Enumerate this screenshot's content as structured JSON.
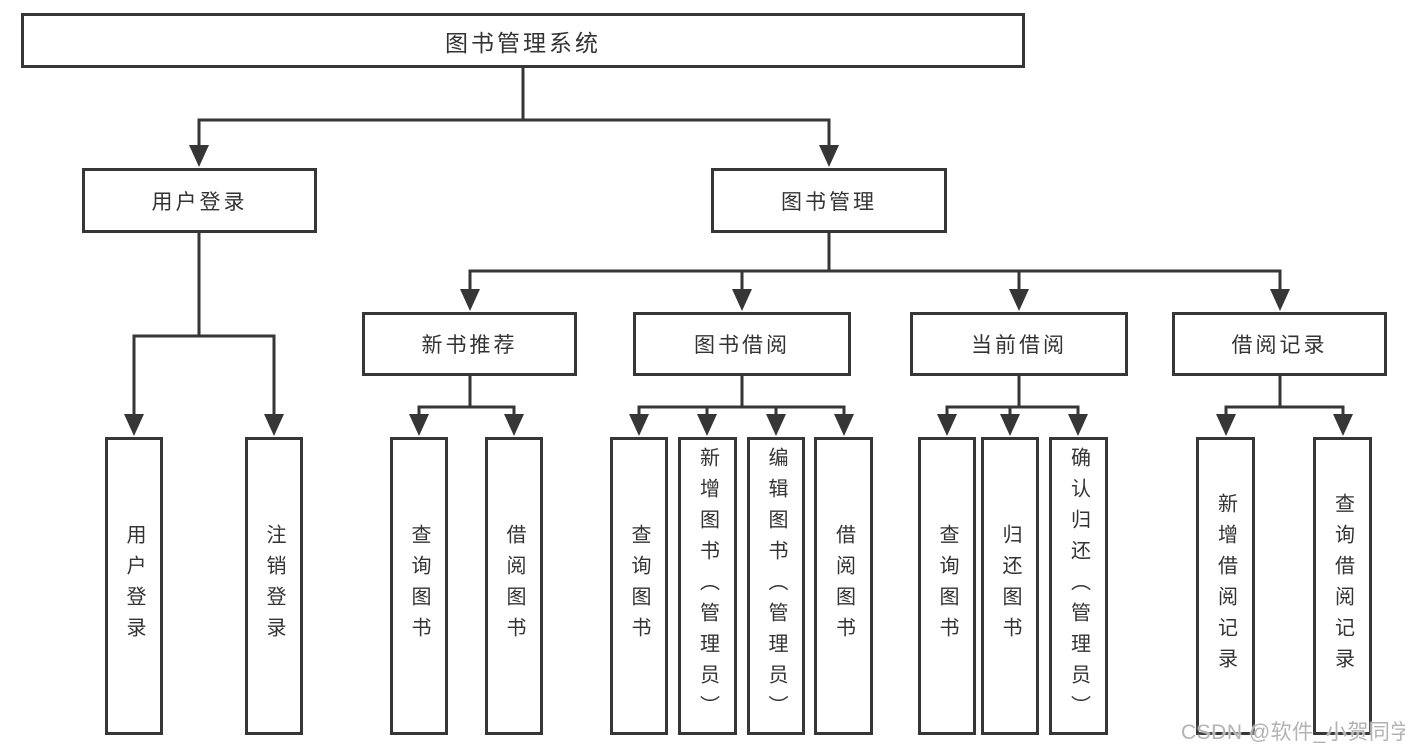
{
  "tree": {
    "label": "图书管理系统",
    "children": [
      {
        "label": "用户登录",
        "children": [
          {
            "label": "用户登录"
          },
          {
            "label": "注销登录"
          }
        ]
      },
      {
        "label": "图书管理",
        "children": [
          {
            "label": "新书推荐",
            "children": [
              {
                "label": "查询图书"
              },
              {
                "label": "借阅图书"
              }
            ]
          },
          {
            "label": "图书借阅",
            "children": [
              {
                "label": "查询图书"
              },
              {
                "label": "新增图书（管理员）"
              },
              {
                "label": "编辑图书（管理员）"
              },
              {
                "label": "借阅图书"
              }
            ]
          },
          {
            "label": "当前借阅",
            "children": [
              {
                "label": "查询图书"
              },
              {
                "label": "归还图书"
              },
              {
                "label": "确认归还（管理员）"
              }
            ]
          },
          {
            "label": "借阅记录",
            "children": [
              {
                "label": "新增借阅记录"
              },
              {
                "label": "查询借阅记录"
              }
            ]
          }
        ]
      }
    ]
  },
  "watermark": "CSDN @软件_小贺同学",
  "colors": {
    "line": "#363636",
    "text": "#333333",
    "watermark": "#b3b3b3",
    "background": "#ffffff"
  }
}
